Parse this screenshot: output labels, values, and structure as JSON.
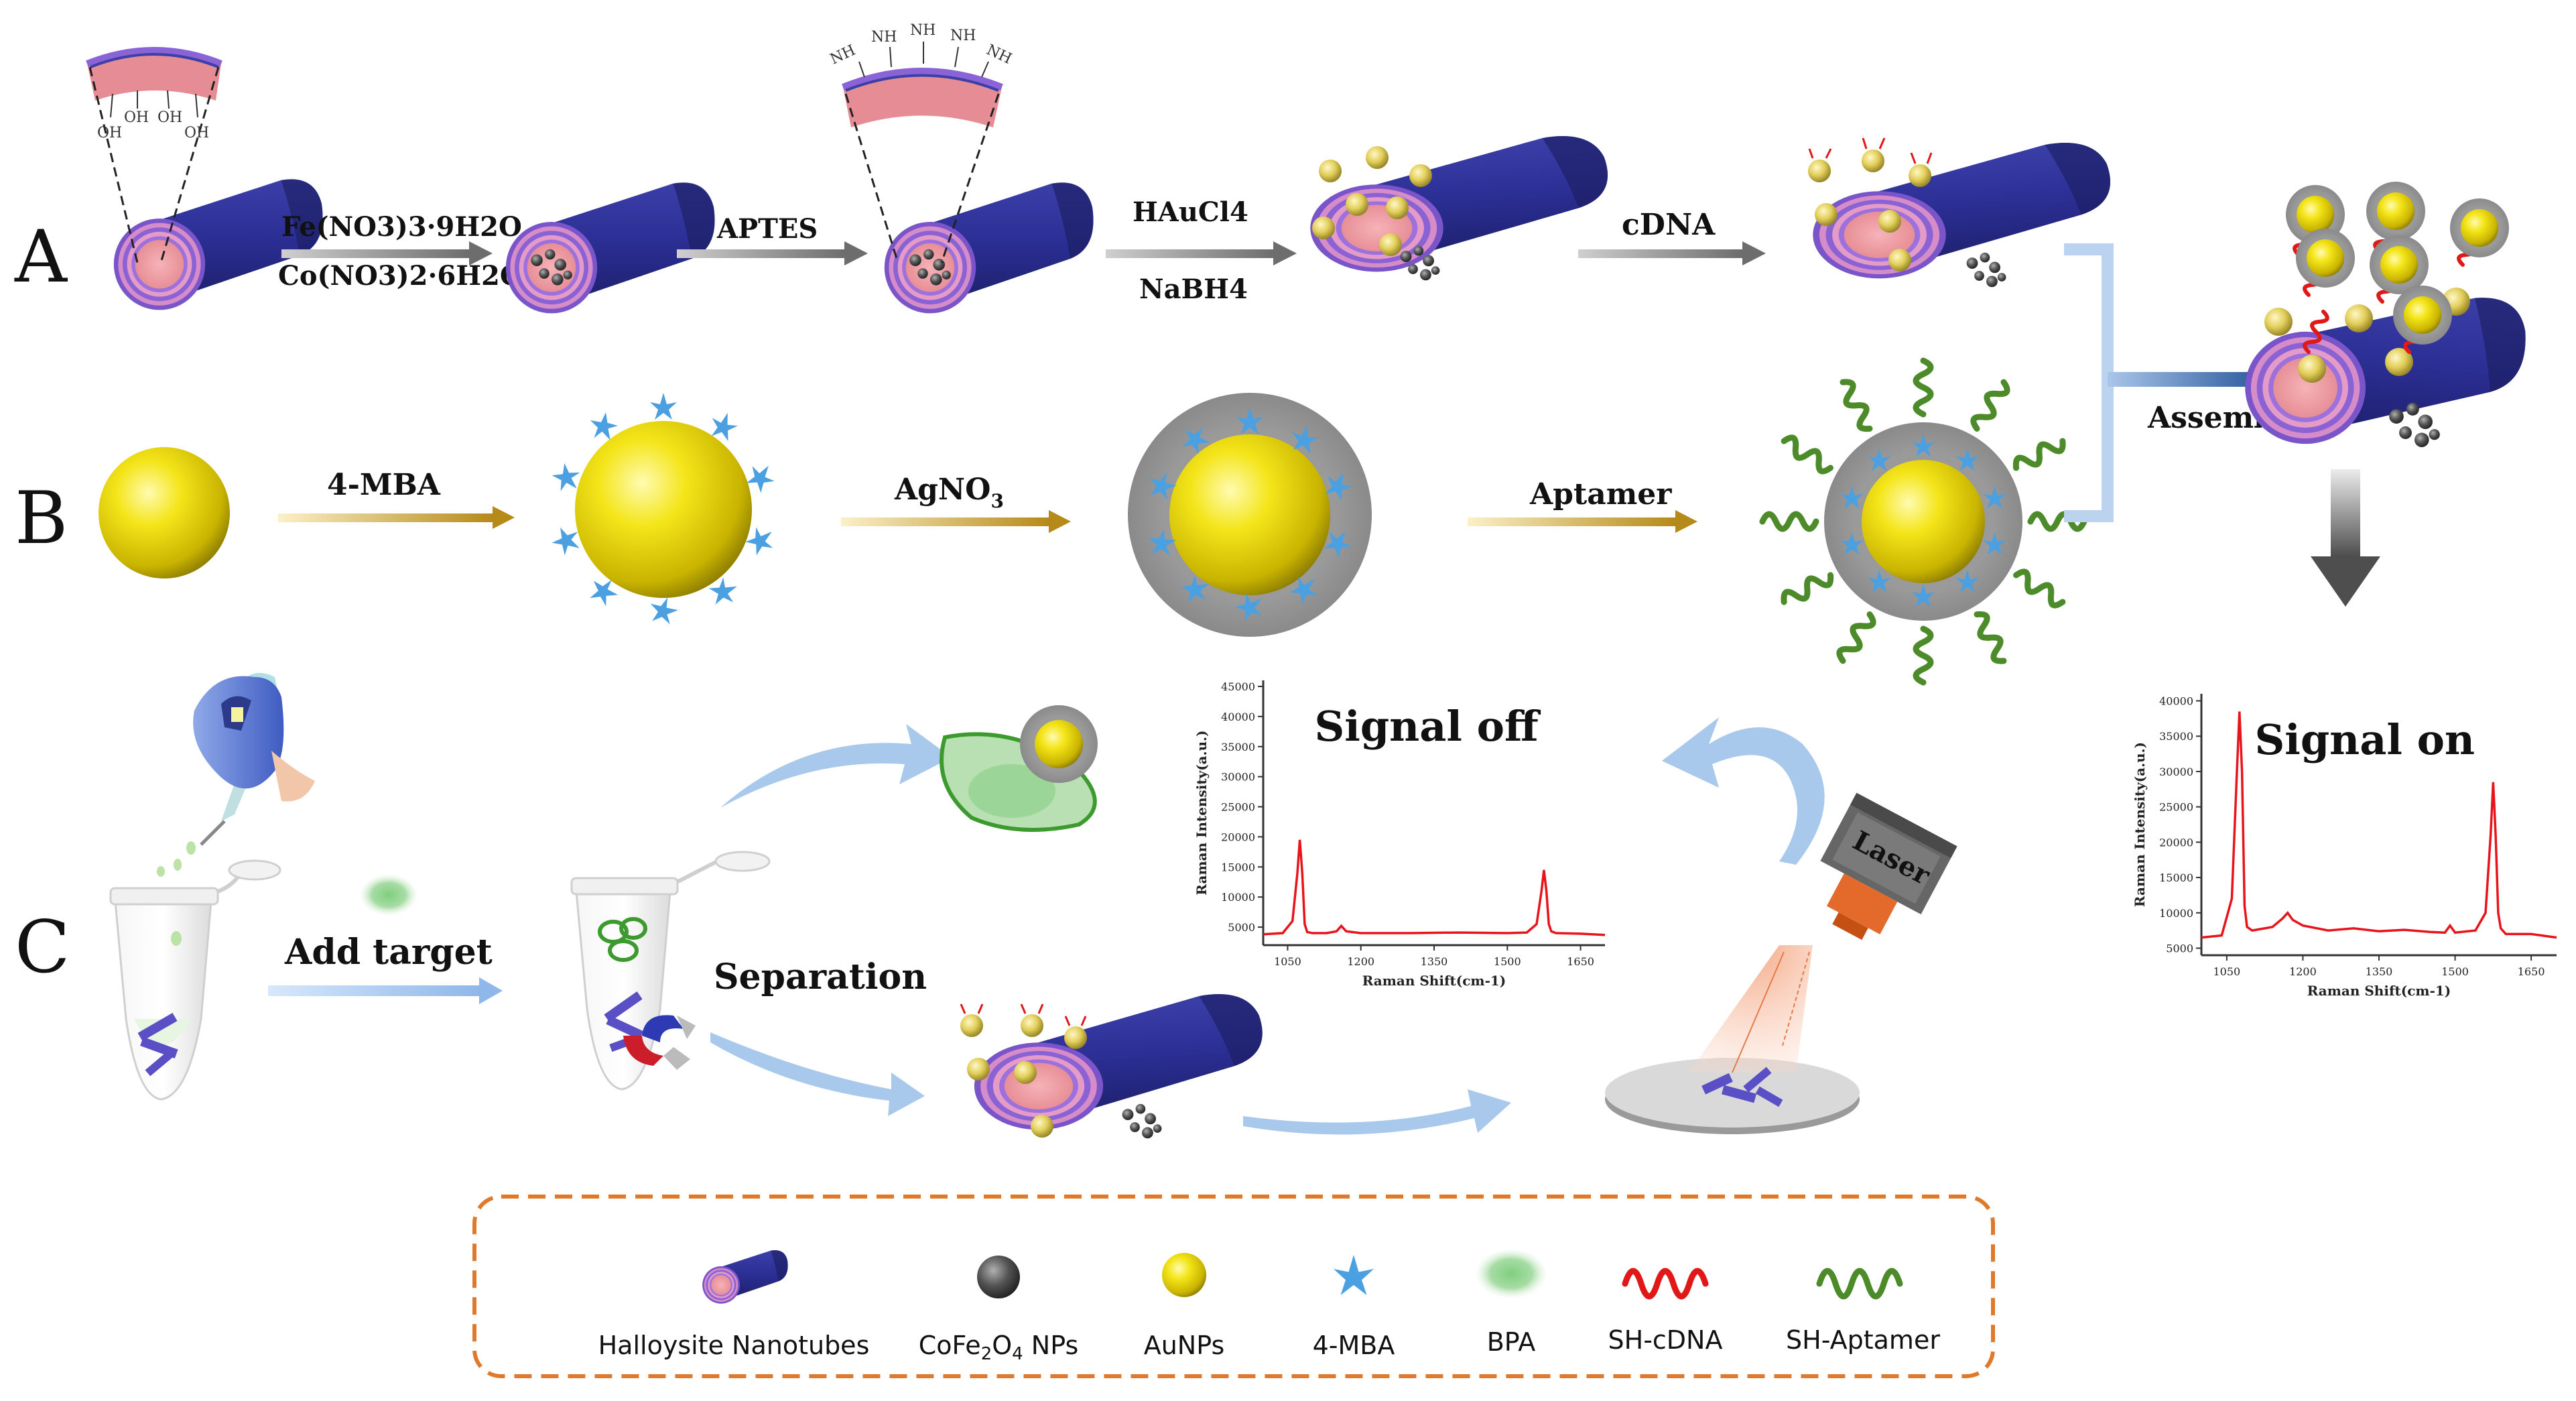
{
  "rows": {
    "a": "A",
    "b": "B",
    "c": "C"
  },
  "row_a": {
    "step1_line1": "Fe(NO3)3·9H2O",
    "step1_line2": "Co(NO3)2·6H2O",
    "step2": "APTES",
    "step3_line1": "HAuCl4",
    "step3_line2": "NaBH4",
    "step4": "cDNA",
    "oh_label": "OH",
    "nh_label": "NH"
  },
  "row_b": {
    "step1": "4-MBA",
    "step2_main": "AgNO",
    "step2_sub": "3",
    "step3": "Aptamer",
    "assemble": "Assemble"
  },
  "row_c": {
    "add_target": "Add target",
    "separation": "Separation",
    "laser": "Laser",
    "signal_off": "Signal off",
    "signal_on": "Signal on"
  },
  "legend": {
    "items": [
      {
        "label": "Halloysite Nanotubes"
      },
      {
        "label_main": "CoFe",
        "sub1": "2",
        "mid": "O",
        "sub2": "4",
        "tail": " NPs"
      },
      {
        "label": "AuNPs"
      },
      {
        "label": "4-MBA"
      },
      {
        "label": "BPA"
      },
      {
        "label": "SH-cDNA"
      },
      {
        "label": "SH-Aptamer"
      }
    ]
  },
  "chart_data": [
    {
      "type": "line",
      "title": "Signal off",
      "xlabel": "Raman Shift(cm-1)",
      "ylabel": "Raman Intensity(a.u.)",
      "x_ticks": [
        1050,
        1200,
        1350,
        1500,
        1650
      ],
      "y_ticks": [
        5000,
        10000,
        15000,
        20000,
        25000,
        30000,
        35000,
        40000,
        45000
      ],
      "xlim": [
        1000,
        1700
      ],
      "ylim": [
        2000,
        46000
      ],
      "color": "#e8141c",
      "series": [
        {
          "x": [
            1000,
            1040,
            1060,
            1070,
            1075,
            1080,
            1085,
            1090,
            1100,
            1130,
            1150,
            1160,
            1170,
            1200,
            1300,
            1400,
            1500,
            1540,
            1560,
            1570,
            1575,
            1580,
            1585,
            1590,
            1600,
            1650,
            1700
          ],
          "y": [
            3800,
            4000,
            6000,
            14000,
            19500,
            14000,
            5500,
            4200,
            4000,
            4000,
            4300,
            5200,
            4300,
            4000,
            4000,
            4100,
            4000,
            4100,
            5500,
            11000,
            14500,
            11000,
            5500,
            4300,
            4000,
            3900,
            3700
          ]
        }
      ]
    },
    {
      "type": "line",
      "title": "Signal on",
      "xlabel": "Raman Shift(cm-1)",
      "ylabel": "Raman Intensity(a.u.)",
      "x_ticks": [
        1050,
        1200,
        1350,
        1500,
        1650
      ],
      "y_ticks": [
        5000,
        10000,
        15000,
        20000,
        25000,
        30000,
        35000,
        40000
      ],
      "xlim": [
        1000,
        1700
      ],
      "ylim": [
        4000,
        41000
      ],
      "color": "#e8141c",
      "series": [
        {
          "x": [
            1000,
            1040,
            1060,
            1070,
            1075,
            1080,
            1085,
            1090,
            1100,
            1140,
            1160,
            1170,
            1180,
            1200,
            1250,
            1300,
            1350,
            1400,
            1450,
            1480,
            1490,
            1500,
            1540,
            1560,
            1570,
            1575,
            1580,
            1585,
            1590,
            1600,
            1650,
            1700
          ],
          "y": [
            6500,
            6800,
            12000,
            30000,
            38500,
            30000,
            11000,
            8000,
            7500,
            8000,
            9200,
            10000,
            9000,
            8200,
            7500,
            7800,
            7400,
            7600,
            7300,
            7200,
            8200,
            7200,
            7500,
            10000,
            21000,
            28500,
            21000,
            10000,
            7800,
            7000,
            7000,
            6500
          ]
        }
      ]
    }
  ]
}
